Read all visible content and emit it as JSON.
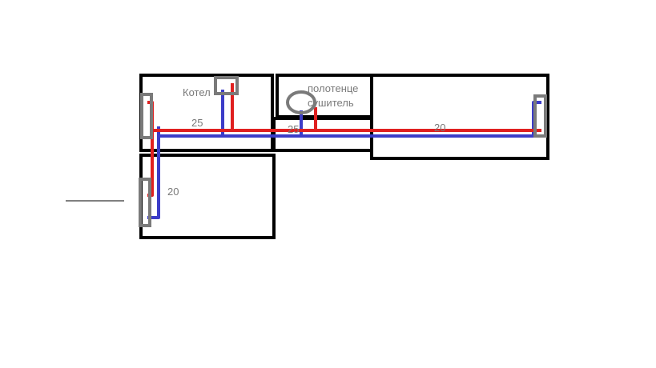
{
  "labels": {
    "boiler": "Котел",
    "towel_line1": "полотенце",
    "towel_line2": "сушитель",
    "pipe_main_left": "25",
    "pipe_main_mid": "25",
    "pipe_right": "20",
    "pipe_lower_left": "20"
  },
  "colors": {
    "walls": "#000000",
    "supply_pipe": "#e02020",
    "return_pipe": "#3c3cc8",
    "radiator_outline": "#7a7a7a",
    "label_text": "#7a7a7a"
  }
}
